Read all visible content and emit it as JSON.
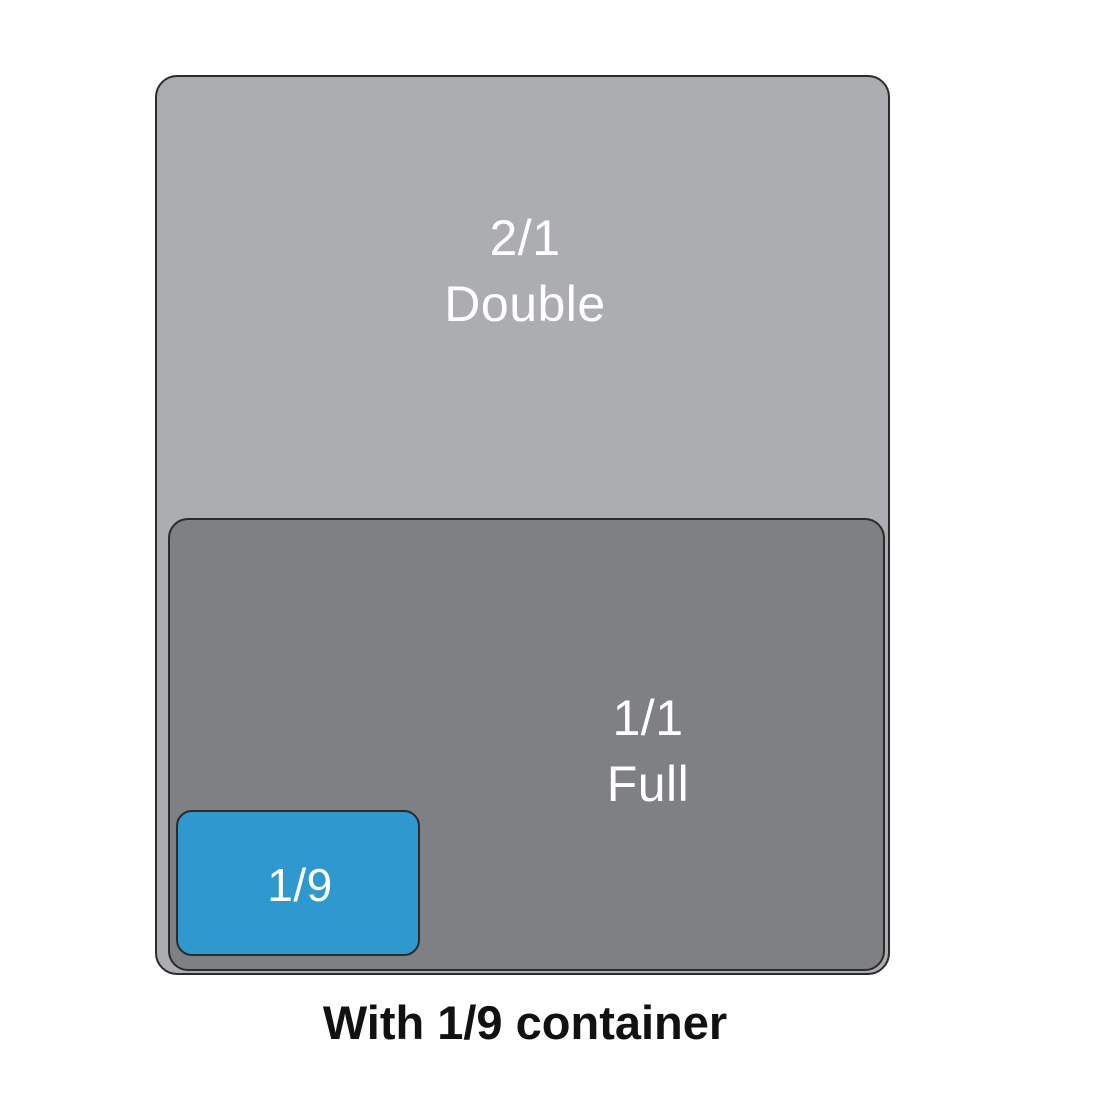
{
  "diagram": {
    "double_pan": {
      "size_code": "2/1",
      "size_name": "Double",
      "fill_color": "#abadb0"
    },
    "full_pan": {
      "size_code": "1/1",
      "size_name": "Full",
      "fill_color": "#7e8083"
    },
    "ninth_pan": {
      "size_code": "1/9",
      "fill_color": "#2f99cf"
    },
    "caption": "With 1/9 container",
    "text_colors": {
      "pan_label": "#ffffff",
      "caption": "#111111"
    }
  }
}
